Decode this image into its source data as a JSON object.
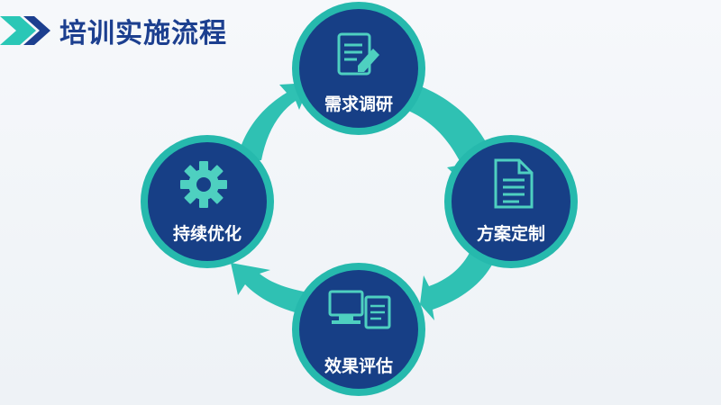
{
  "title": "培训实施流程",
  "colors": {
    "accent": "#1ebfb0",
    "ring": "#2fc1b3",
    "node_fill": "#173f86",
    "title_text": "#1c3f8f",
    "title_marker": "#2ac7b6"
  },
  "steps": [
    {
      "label": "需求调研",
      "icon": "document-pen-icon"
    },
    {
      "label": "方案定制",
      "icon": "document-lines-icon"
    },
    {
      "label": "效果评估",
      "icon": "computer-clipboard-icon"
    },
    {
      "label": "持续优化",
      "icon": "gear-icon"
    }
  ]
}
